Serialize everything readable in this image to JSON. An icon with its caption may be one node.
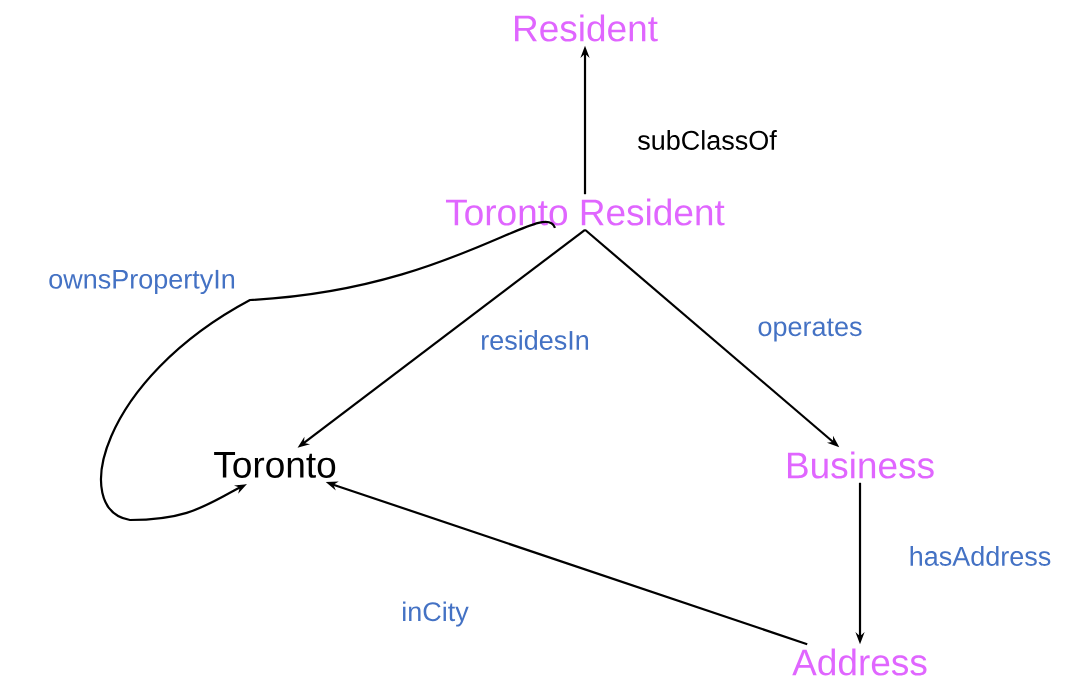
{
  "diagram": {
    "nodes": [
      {
        "text": [
          "Resident"
        ]
      },
      {
        "text": [
          "Toronto Resident"
        ]
      },
      {
        "text": [
          "Toronto"
        ]
      },
      {
        "text": [
          "Business"
        ]
      },
      {
        "text": [
          "Address"
        ]
      }
    ],
    "edges": [
      {
        "from": 1,
        "to": 0,
        "arrow": "to",
        "label": "subClassOf"
      },
      {
        "from": 1,
        "to": 2,
        "arrow": "to",
        "label": "residesIn"
      },
      {
        "from": 1,
        "to": 3,
        "arrow": "to",
        "label": "operates"
      },
      {
        "from": 1,
        "to": 2,
        "arrow": "to",
        "label": "ownsPropertyIn"
      },
      {
        "from": 3,
        "to": 4,
        "arrow": "to",
        "label": "hasAddress"
      },
      {
        "from": 4,
        "to": 2,
        "arrow": "to",
        "label": "inCity"
      }
    ]
  }
}
